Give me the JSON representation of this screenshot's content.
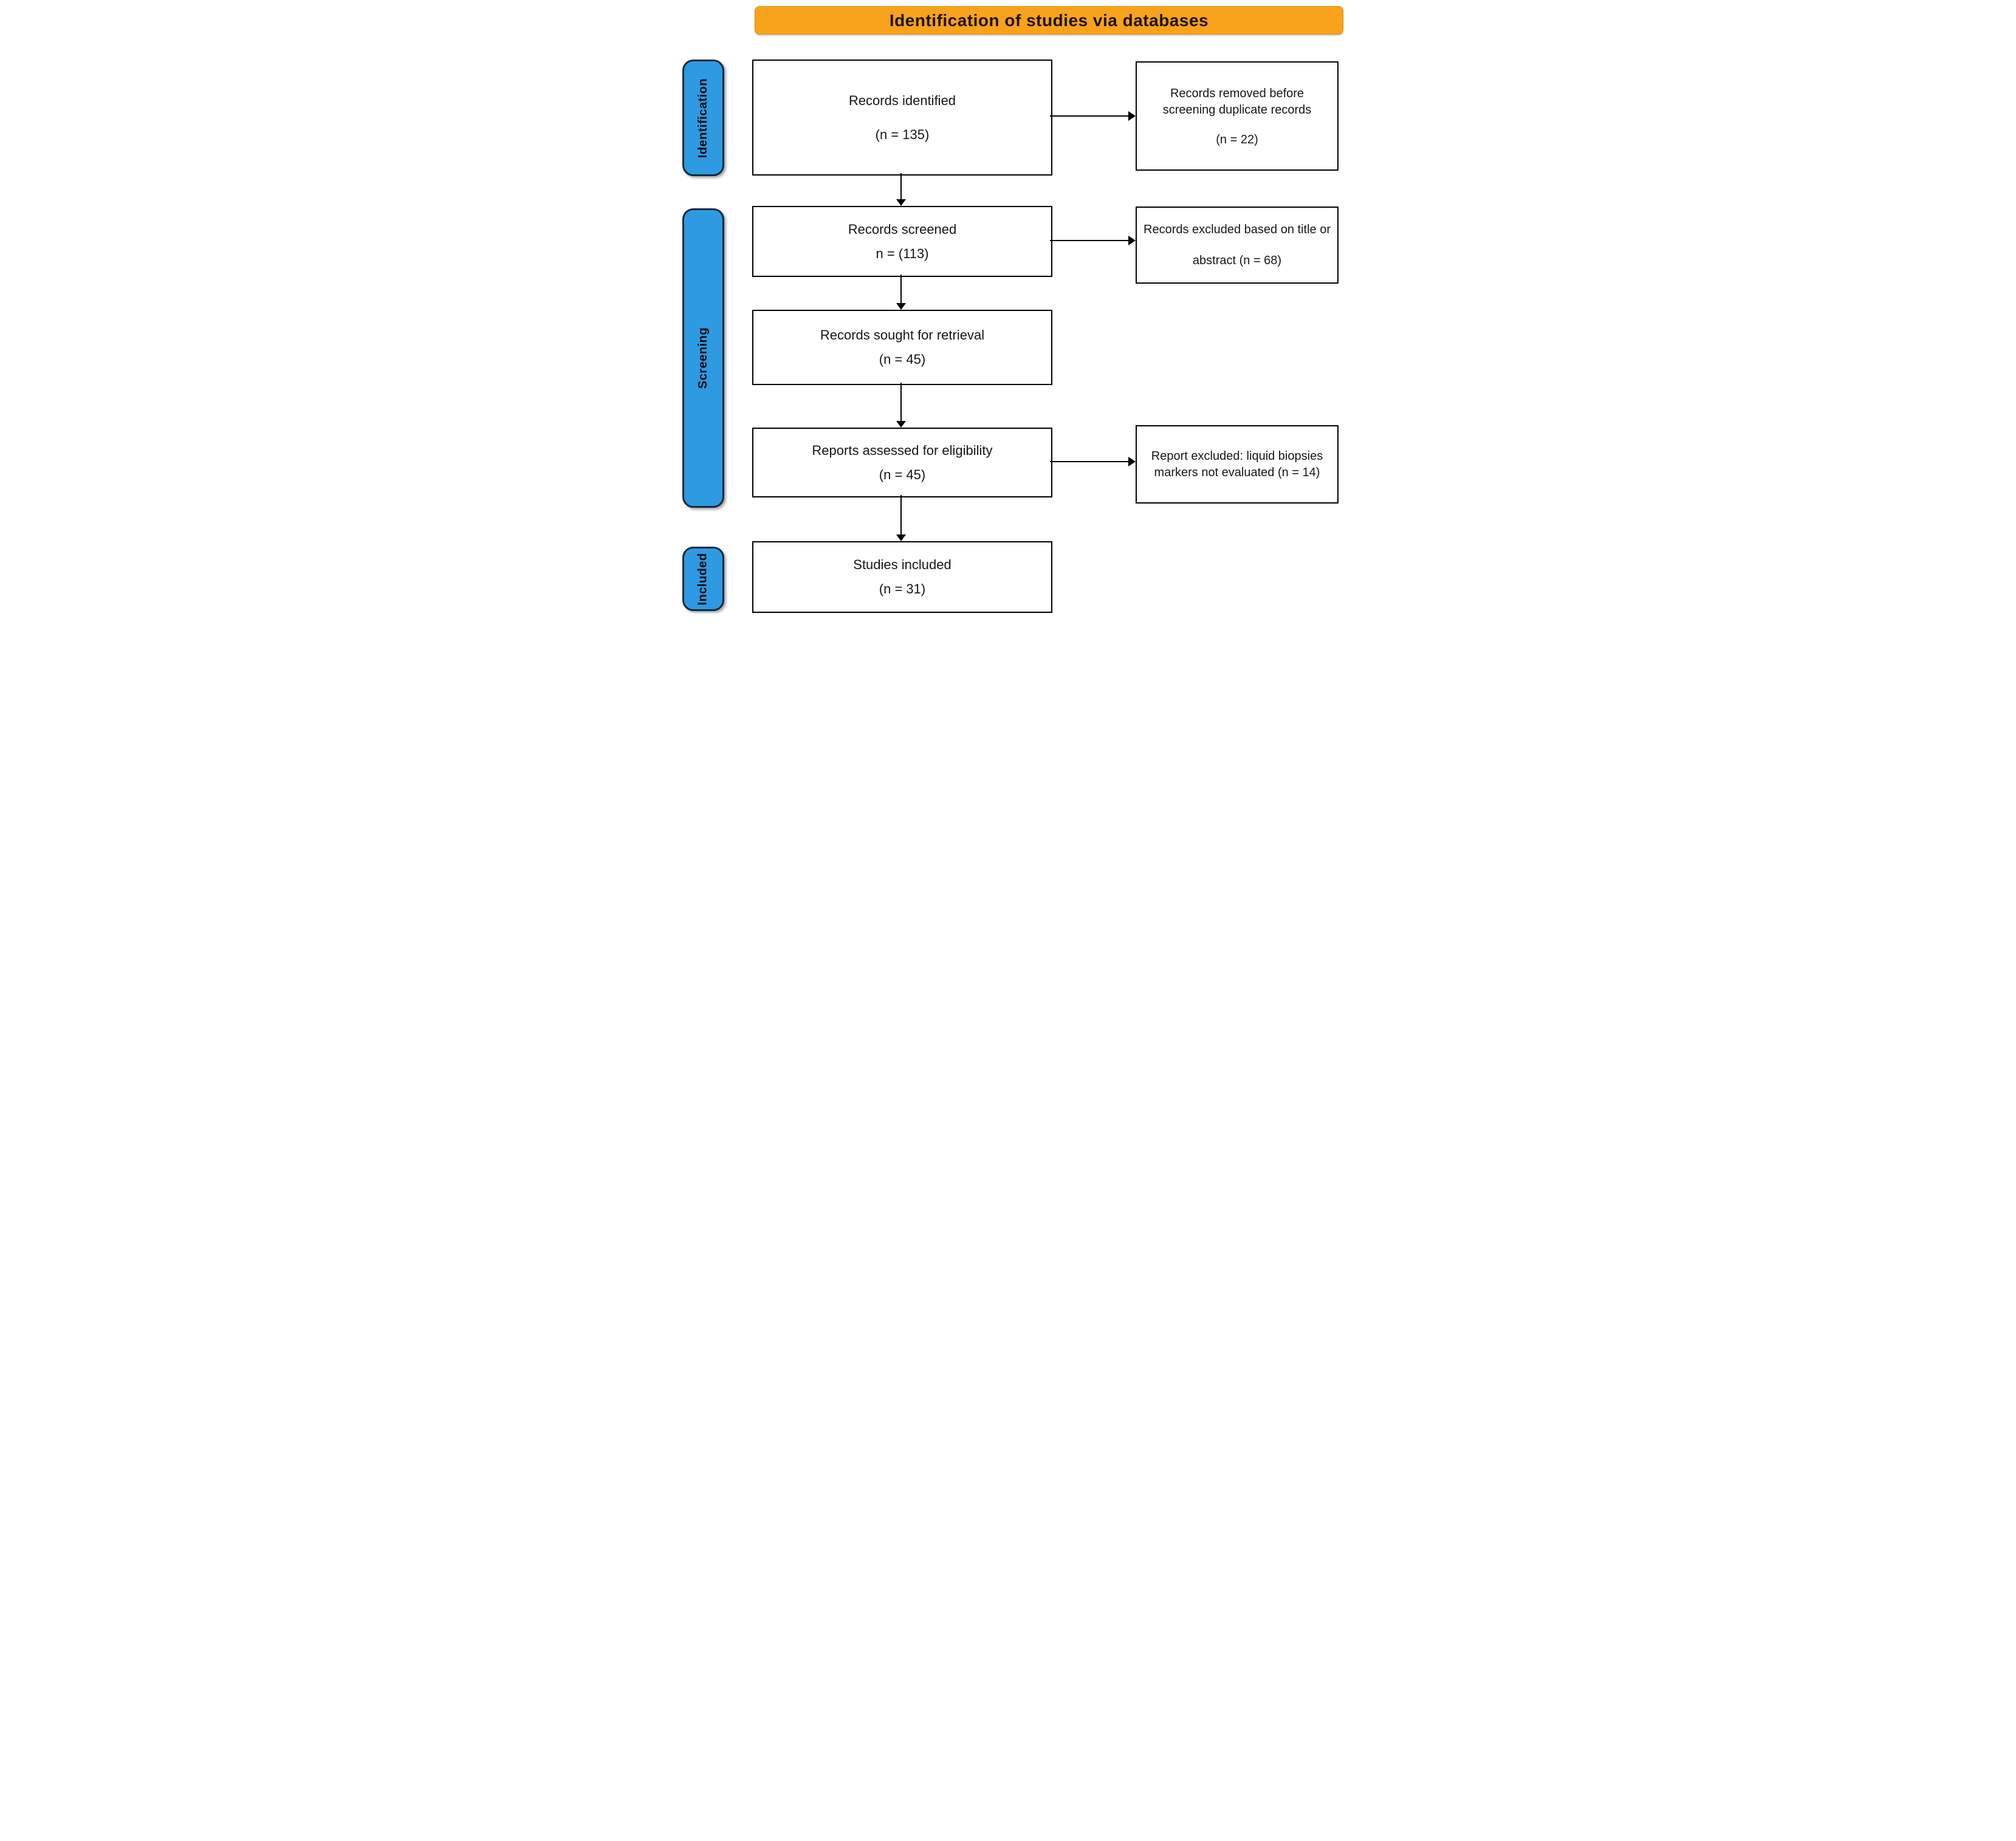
{
  "title": {
    "text": "Identification of studies via databases"
  },
  "colors": {
    "banner_orange": "#F9A21B",
    "capsule_blue": "#2E9AE2",
    "box_border": "#000000",
    "text": "#161616"
  },
  "stages": [
    {
      "label": "Identification"
    },
    {
      "label": "Screening"
    },
    {
      "label": "Included"
    }
  ],
  "flow_boxes": [
    {
      "lines": [
        "Records identified",
        "(n = 135)"
      ]
    },
    {
      "lines": [
        "Records screened",
        "n = (113)"
      ]
    },
    {
      "lines": [
        "Records sought for retrieval",
        "(n = 45)"
      ]
    },
    {
      "lines": [
        "Reports assessed for eligibility",
        "(n = 45)"
      ]
    },
    {
      "lines": [
        "Studies included",
        "(n = 31)"
      ]
    }
  ],
  "exclusion_boxes": [
    {
      "lines": [
        "Records removed before",
        "screening duplicate records",
        "(n = 22)"
      ]
    },
    {
      "lines": [
        "Records excluded based on title or",
        "abstract (n = 68)"
      ]
    },
    {
      "lines": [
        "Report excluded: liquid biopsies",
        "markers not evaluated (n = 14)"
      ]
    }
  ]
}
